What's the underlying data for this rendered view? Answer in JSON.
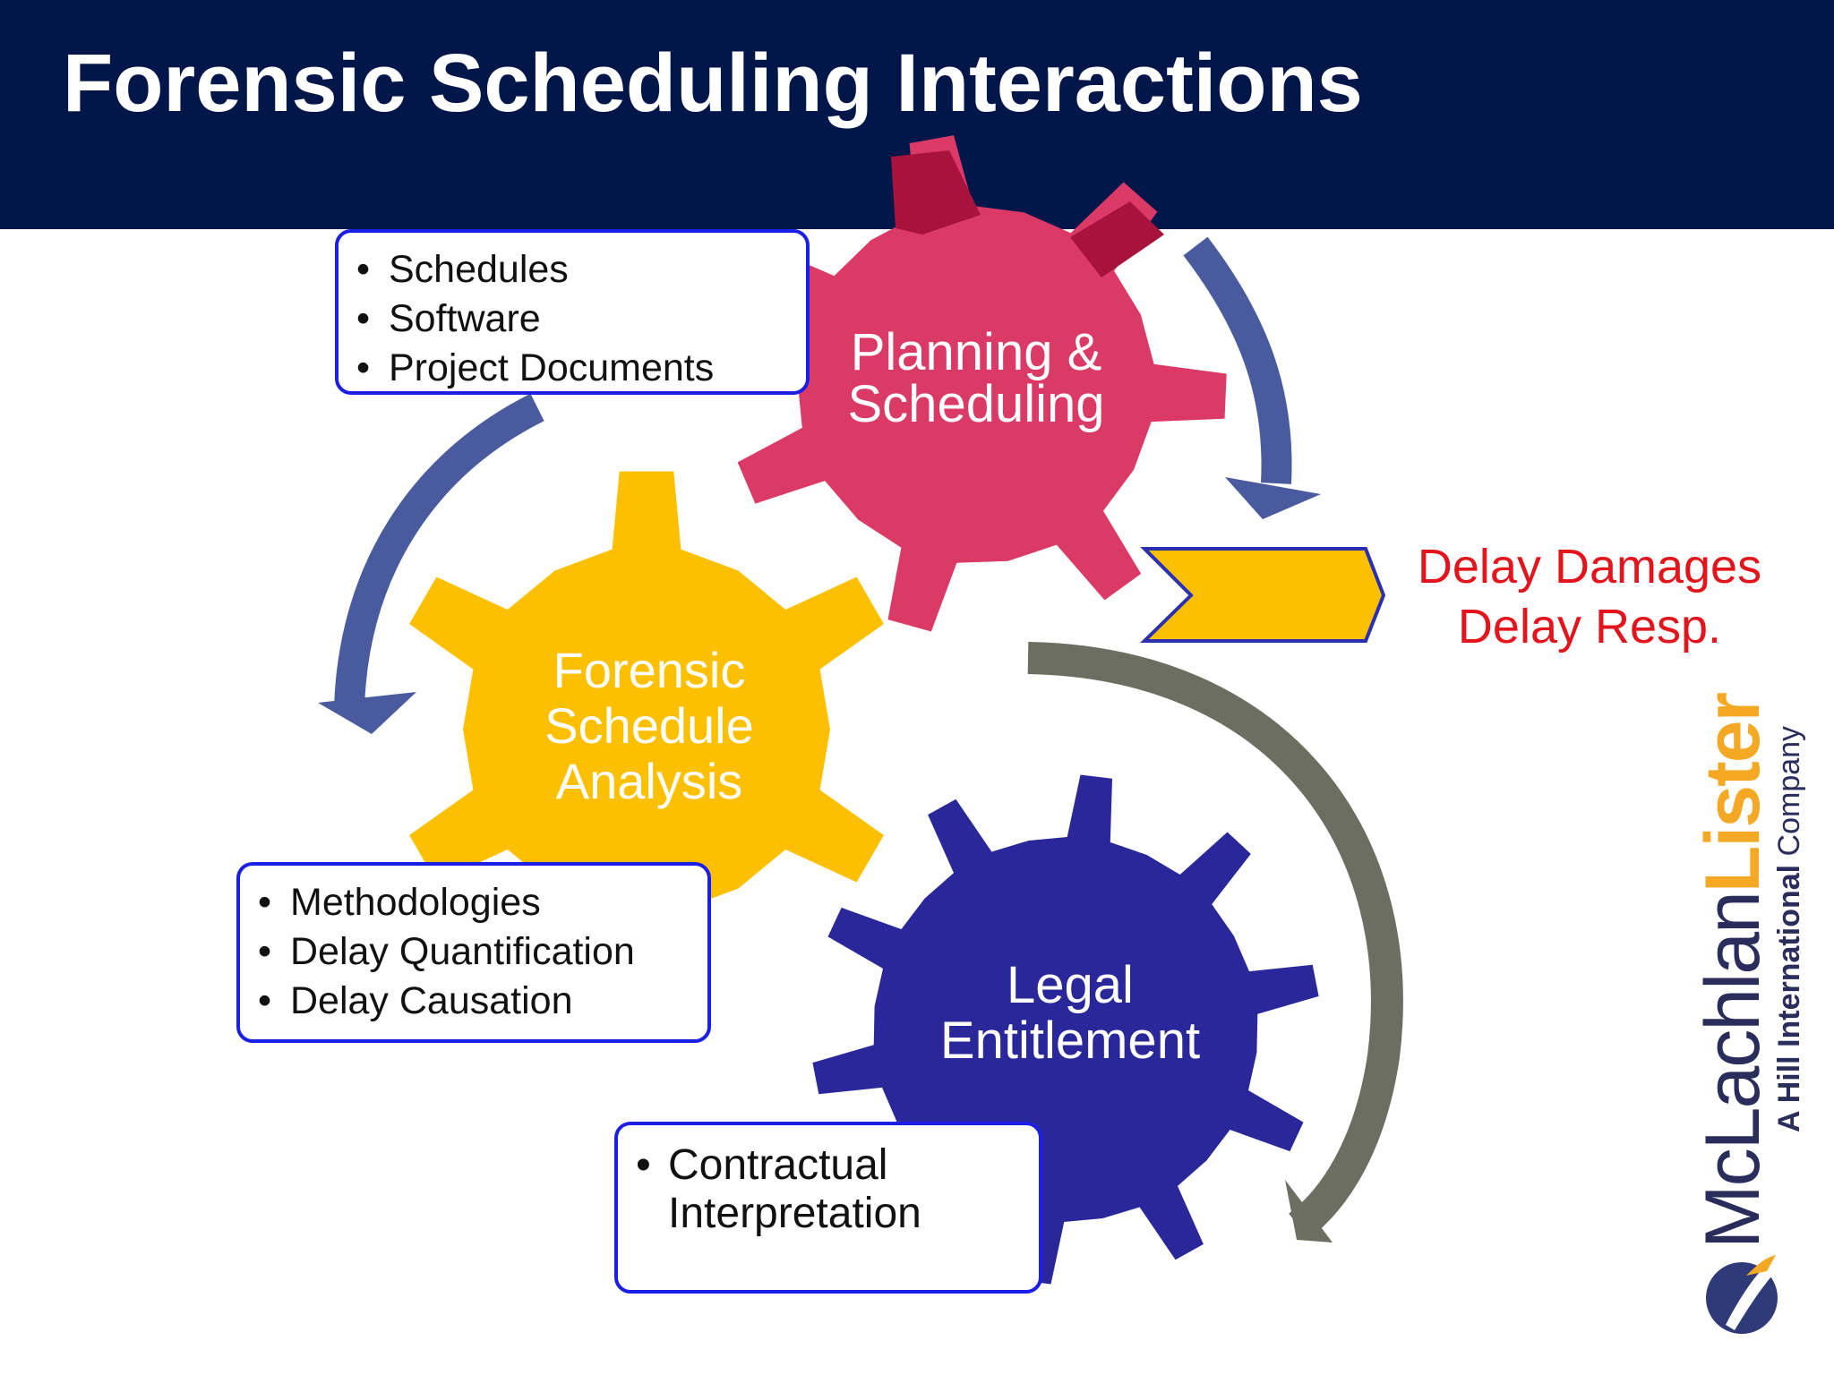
{
  "slide": {
    "title": "Forensic Scheduling Interactions"
  },
  "gears": {
    "planning": {
      "line1": "Planning &",
      "line2": "Scheduling",
      "color": "#dc3a66"
    },
    "forensic": {
      "line1": "Forensic",
      "line2": "Schedule",
      "line3": "Analysis",
      "color": "#fcc000"
    },
    "legal": {
      "line1": "Legal",
      "line2": "Entitlement",
      "color": "#2a279b"
    }
  },
  "boxes": {
    "inputs": {
      "items": [
        "Schedules",
        "Software",
        "Project Documents"
      ]
    },
    "methods": {
      "items": [
        "Methodologies",
        "Delay Quantification",
        "Delay Causation"
      ]
    },
    "contract": {
      "line1": "Contractual",
      "line2": "Interpretation"
    }
  },
  "outcome": {
    "line1": "Delay Damages",
    "line2": "Delay Resp.",
    "color": "#e3141b"
  },
  "logo": {
    "name_part1": "McLachlan",
    "name_part2": "Lister",
    "tagline_bold": "A Hill International",
    "tagline_rest": " Company"
  },
  "colors": {
    "header": "#03164a",
    "arrow_blue": "#4a5a9e",
    "arrow_gray": "#6b6e60",
    "chevron": "#fcc000",
    "box_border": "#1a1ee6"
  }
}
